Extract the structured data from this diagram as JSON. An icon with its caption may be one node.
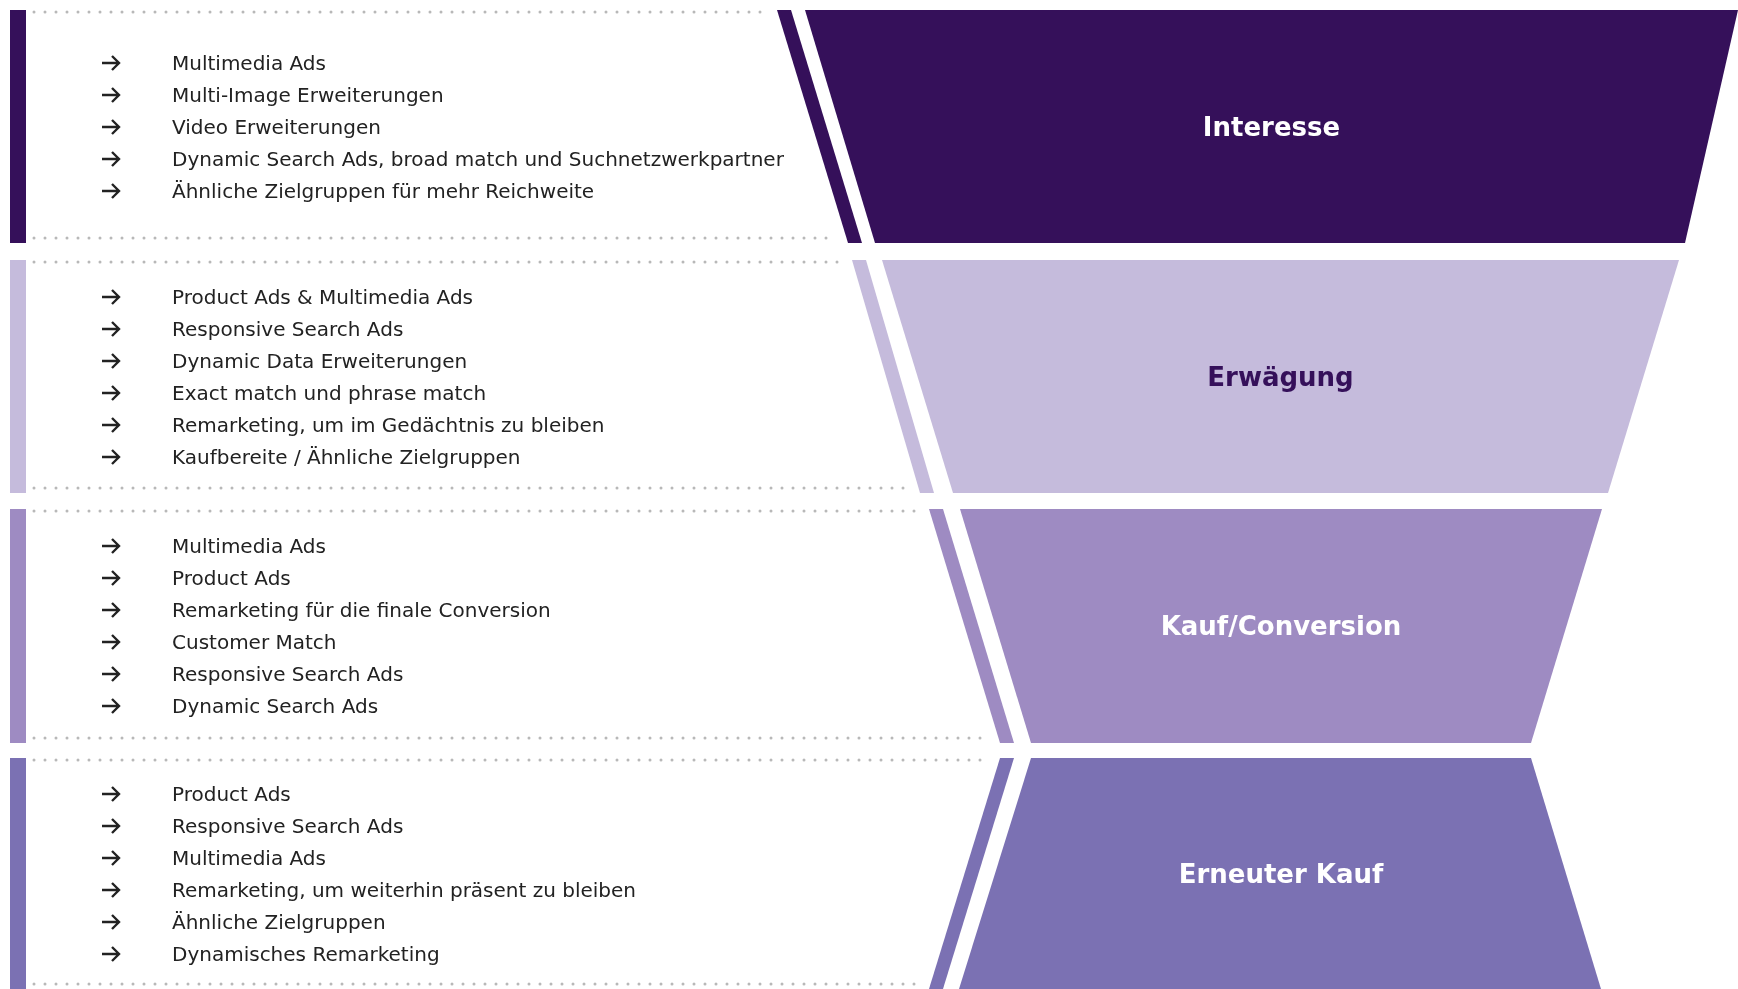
{
  "diagram": {
    "nodes": [
      {
        "text": [
          "Multimedia Ads",
          "Multi-Image Erweiterungen",
          "Video Erweiterungen",
          "Dynamic Search Ads, broad match und Suchnetzwerkpartner",
          "Ähnliche Zielgruppen für mehr Reichweite"
        ]
      },
      {
        "text": [
          "Interesse"
        ]
      },
      {
        "text": [
          "Product Ads & Multimedia Ads",
          "Responsive Search Ads",
          "Dynamic Data Erweiterungen",
          "Exact match und phrase match",
          "Remarketing, um im Gedächtnis zu bleiben",
          "Kaufbereite / Ähnliche Zielgruppen"
        ]
      },
      {
        "text": [
          "Erwägung"
        ]
      },
      {
        "text": [
          "Multimedia Ads",
          "Product Ads",
          "Remarketing für die finale Conversion",
          "Customer Match",
          "Responsive Search Ads",
          "Dynamic Search Ads"
        ]
      },
      {
        "text": [
          "Kauf/Conversion"
        ]
      },
      {
        "text": [
          "Product Ads",
          "Responsive Search Ads",
          "Multimedia Ads",
          "Remarketing, um weiterhin präsent zu bleiben",
          "Ähnliche Zielgruppen",
          "Dynamisches Remarketing"
        ]
      },
      {
        "text": [
          "Erneuter Kauf"
        ]
      }
    ]
  }
}
